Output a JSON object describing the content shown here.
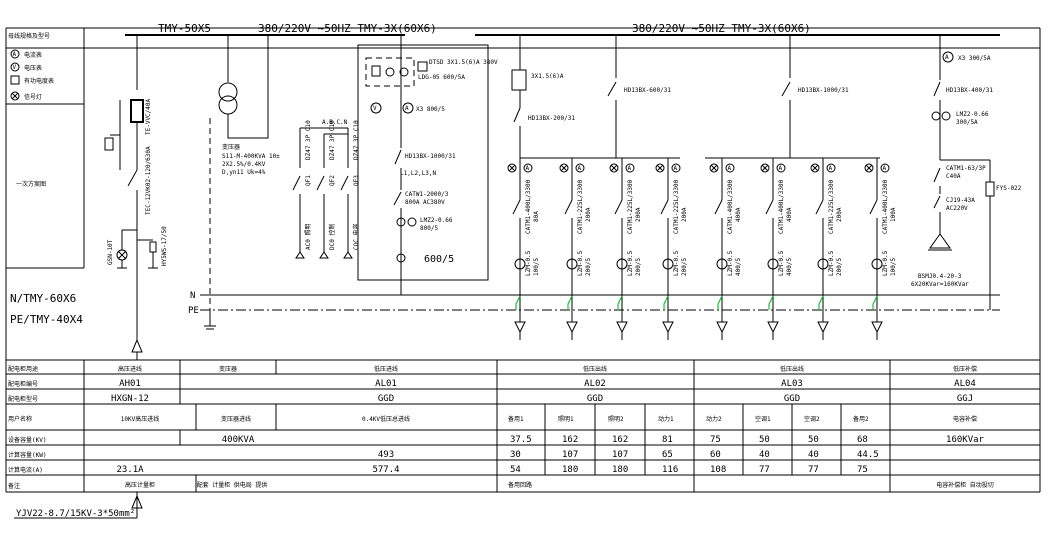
{
  "bus": {
    "hv_bar": "TMY-50X5",
    "lv_bar_left": "380/220V ~50HZ TMY-3X(60X6)",
    "lv_bar_right": "380/220V ~50HZ TMY-3X(60X6)",
    "n_label": "N",
    "pe_label": "PE",
    "n_bus_spec": "N/TMY-60X6",
    "pe_bus_spec": "PE/TMY-40X4"
  },
  "legend": {
    "title": "母线规格及型号",
    "items": [
      {
        "sym": "A",
        "text": "电流表"
      },
      {
        "sym": "V",
        "text": "电压表"
      },
      {
        "sym": "kWh",
        "text": "有功电度表"
      },
      {
        "sym": "⊗",
        "text": "信号灯"
      }
    ],
    "section_label": "一次方案图"
  },
  "labels": {
    "hv_switch": "TE-VVC/40A",
    "hv_breaker": "TEC-12VK02-120/630A",
    "ct_hv": "GSN-10T",
    "arrester": "HY5WS-17/50",
    "transformer": "变压器",
    "transformer_spec1": "S11-M-400KVA 10±",
    "transformer_spec2": "2X2.5%/0.4KV",
    "transformer_spec3": "D,yn11 Uk=4%",
    "abcn": "A.B.C.N",
    "qf1": "QF1",
    "qf2": "QF2",
    "qf3": "QF3",
    "mcb1": "DZ47 3P C10",
    "mcb2": "DZ47 3P C10",
    "mcb3": "DZ47 3P C10",
    "aux1": "AC0 照明",
    "aux2": "DC0 控制",
    "aux3": "COC 电容",
    "main_meter": "DTSD 3X1.5(6)A 380V",
    "main_meter2": "LDG-05 600/5A",
    "main_sw": "HD13BX-1000/31",
    "l123": "L1,L2,L3,N",
    "main_acb": "CATW1-2000/3",
    "main_acb2": "800A AC380V",
    "main_ct": "LMZ2-0.66",
    "main_ct2": "800/5",
    "x3": "X3 800/5",
    "main_ct_ratio": "600/5",
    "meter_al02": "3X1.5(6)A",
    "sw_al02": "HD13BX-200/31",
    "sw_al03a": "HD13BX-600/31",
    "sw_al03b": "HD13BX-1000/31",
    "al04_x3": "X3 300/5A",
    "al04_sw": "HD13BX-400/31",
    "al04_ct": "LMZ2-0.66",
    "al04_ct2": "300/5A",
    "al04_mccb": "CATM1-63/3P",
    "al04_mccb2": "C40A",
    "al04_contactor": "CJ19-43A",
    "al04_contactor2": "AC220V",
    "fys": "FYS-022",
    "capacitor": "BSMJ0.4-20-3",
    "capacitor2": "6X20KVar=160KVar",
    "cable": "YJV22-8.7/15KV-3*50mm²"
  },
  "feeders": [
    {
      "breaker": "CATM1-400L/3300",
      "rating": "80A",
      "ct": "LZM-0.5",
      "ratio": "100/5"
    },
    {
      "breaker": "CATM1-225L/3300",
      "rating": "200A",
      "ct": "LZM-0.5",
      "ratio": "200/5"
    },
    {
      "breaker": "CATM1-225L/3300",
      "rating": "200A",
      "ct": "LZM-0.5",
      "ratio": "200/5"
    },
    {
      "breaker": "CATM1-225L/3300",
      "rating": "200A",
      "ct": "LZM-0.5",
      "ratio": "200/5"
    },
    {
      "breaker": "CATM1-400L/3300",
      "rating": "400A",
      "ct": "LZM-0.5",
      "ratio": "400/5"
    },
    {
      "breaker": "CATM1-400L/3300",
      "rating": "400A",
      "ct": "LZM-0.5",
      "ratio": "400/5"
    },
    {
      "breaker": "CATM1-225L/3300",
      "rating": "200A",
      "ct": "LZM-0.5",
      "ratio": "200/5"
    },
    {
      "breaker": "CATM1-400L/3300",
      "rating": "100A",
      "ct": "LZM-0.5",
      "ratio": "100/5"
    }
  ],
  "table": {
    "row_headers": [
      "配电柜用途",
      "配电柜编号",
      "配电柜型号",
      "用户名称",
      "设备容量(KV)",
      "计算容量(KW)",
      "计算电流(A)",
      "备注"
    ],
    "usage": [
      "高压进线",
      "变压器",
      "低压进线",
      "低压出线",
      "低压出线",
      "低压补偿"
    ],
    "numbers": [
      "AH01",
      "",
      "AL01",
      "AL02",
      "AL03",
      "AL04"
    ],
    "models": [
      "HXGN-12",
      "",
      "GGD",
      "GGD",
      "GGD",
      "GGJ"
    ],
    "user_names": [
      "10KV高压进线",
      "变压器进线",
      "0.4KV低压总进线",
      "备用1",
      "照明1",
      "照明2",
      "动力1",
      "动力2",
      "空调1",
      "空调2",
      "备用2",
      "电容补偿"
    ],
    "capacity": [
      "",
      "400KVA",
      "",
      "37.5",
      "162",
      "162",
      "81",
      "75",
      "50",
      "50",
      "68",
      "160KVar"
    ],
    "calc_power": [
      "",
      "",
      "493",
      "30",
      "107",
      "107",
      "65",
      "60",
      "40",
      "40",
      "44.5",
      ""
    ],
    "calc_current": [
      "23.1A",
      "",
      "577.4",
      "54",
      "180",
      "180",
      "116",
      "108",
      "77",
      "77",
      "75",
      ""
    ],
    "remarks": [
      "高压计量柜",
      "配套 计量柜 供电局 提供",
      "",
      "备用回路",
      "",
      "",
      "",
      "",
      "",
      "",
      "",
      "电容补偿柜 自动投切"
    ]
  }
}
